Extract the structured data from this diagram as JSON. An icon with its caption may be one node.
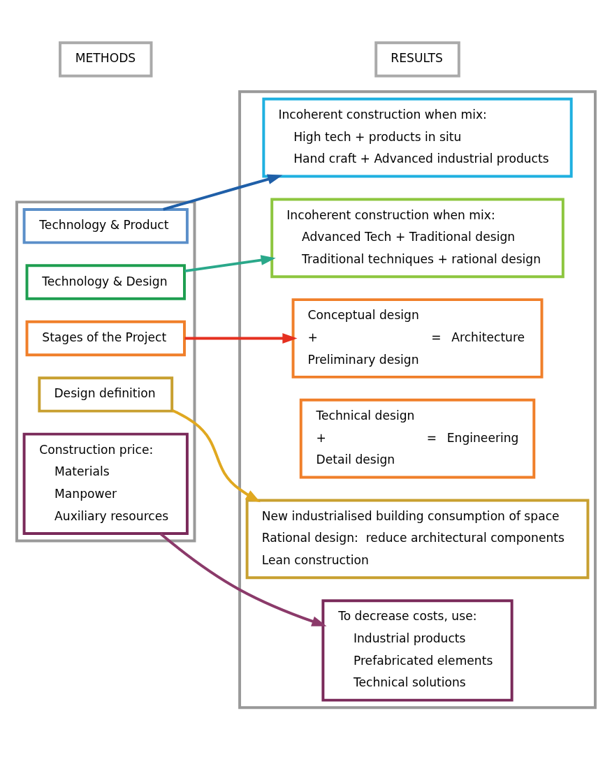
{
  "diagram": {
    "nodes": [
      {
        "text": [
          "METHODS"
        ]
      },
      {
        "text": [
          "RESULTS"
        ]
      },
      {
        "text": [],
        "shape": "box"
      },
      {
        "text": [],
        "shape": "box"
      },
      {
        "text": [
          "Technology & Product"
        ],
        "in": 2
      },
      {
        "text": [
          "Incoherent construction when mix:",
          "High tech + products in situ",
          "Hand craft + Advanced industrial products"
        ],
        "in": 3
      },
      {
        "text": [
          "Technology & Design"
        ],
        "in": 2
      },
      {
        "text": [
          "Incoherent construction when mix:",
          "Advanced Tech + Traditional design",
          "Traditional techniques + rational design"
        ],
        "in": 3
      },
      {
        "text": [
          "Stages of the Project"
        ],
        "in": 2
      },
      {
        "text": [
          "Conceptual design",
          "+",
          "=",
          "Architecture",
          "Preliminary design"
        ],
        "in": 3
      },
      {
        "text": [
          "Technical design",
          "+",
          "=",
          "Engineering",
          "Detail design"
        ],
        "in": 3
      },
      {
        "text": [
          "Design definition"
        ],
        "in": 2
      },
      {
        "text": [
          "New industrialised building consumption of space",
          "Rational design:  reduce architectural components",
          "Lean construction"
        ],
        "in": 3
      },
      {
        "text": [
          "Construction price:",
          "Materials",
          "Manpower",
          "Auxiliary resources"
        ],
        "in": 2
      },
      {
        "text": [
          "To decrease costs, use:",
          "Industrial products",
          "Prefabricated elements",
          "Technical solutions"
        ],
        "in": 3
      }
    ],
    "edges": [
      {
        "from": 4,
        "to": 5,
        "arrow": "to",
        "color": "#1f5fa8"
      },
      {
        "from": 6,
        "to": 7,
        "arrow": "to",
        "color": "#2aa88a"
      },
      {
        "from": 8,
        "to": 9,
        "arrow": "to",
        "color": "#e53020"
      },
      {
        "from": 11,
        "to": 12,
        "arrow": "to",
        "color": "#e0a820"
      },
      {
        "from": 13,
        "to": 14,
        "arrow": "to",
        "color": "#8b3a6a"
      }
    ]
  }
}
